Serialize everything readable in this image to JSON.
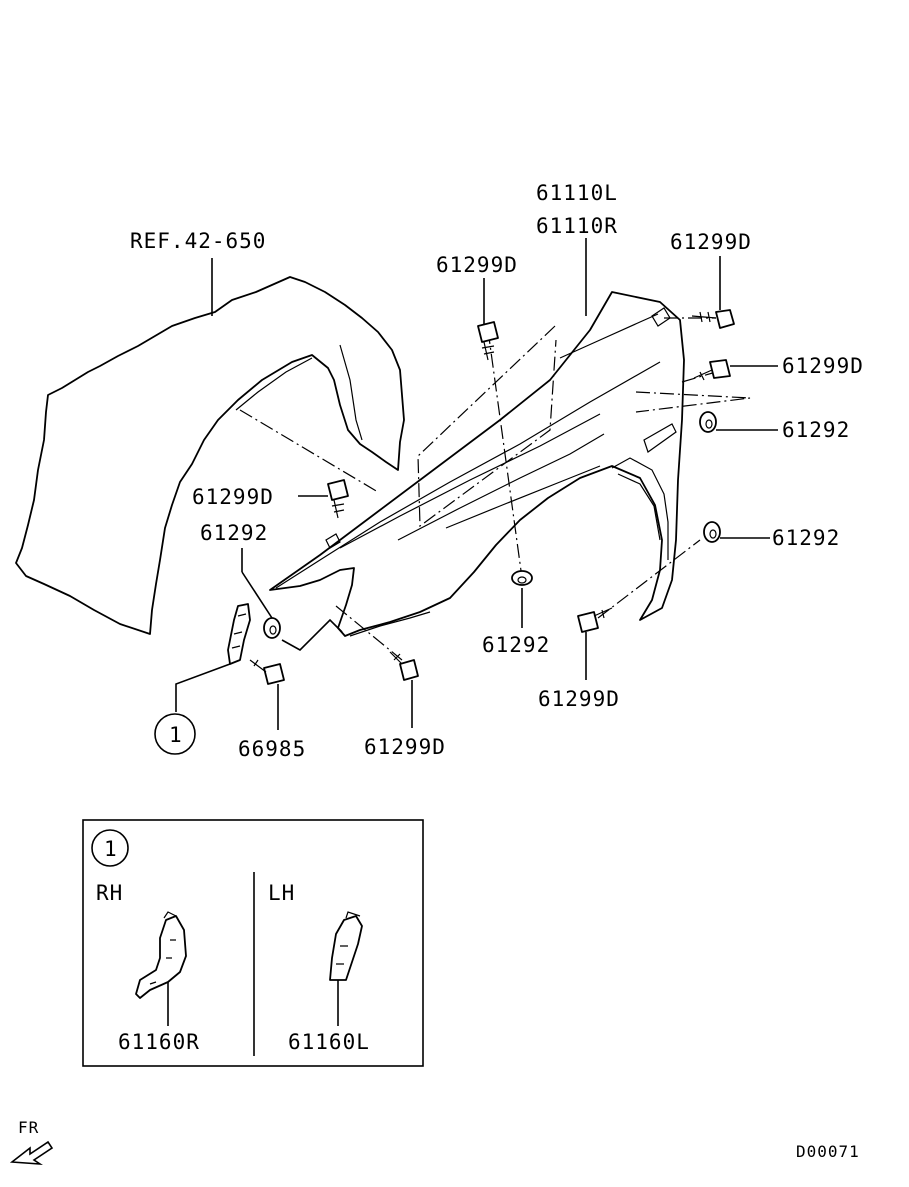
{
  "labels": {
    "fender_l": "61110L",
    "fender_r": "61110R",
    "ref": "REF.42-650",
    "bolt_top_mid": "61299D",
    "bolt_top_right": "61299D",
    "bolt_right_mid": "61299D",
    "nut_right_1": "61292",
    "nut_right_2": "61292",
    "bolt_left": "61299D",
    "nut_left": "61292",
    "nut_bottom_mid": "61292",
    "bolt_bottom_right": "61299D",
    "bolt_bottom_mid": "61299D",
    "bolt_66985": "66985",
    "callout_main": "1"
  },
  "detail_box": {
    "callout": "1",
    "rh_label": "RH",
    "lh_label": "LH",
    "rh_part": "61160R",
    "lh_part": "61160L"
  },
  "direction_label": "FR",
  "diagram_code": "D00071"
}
